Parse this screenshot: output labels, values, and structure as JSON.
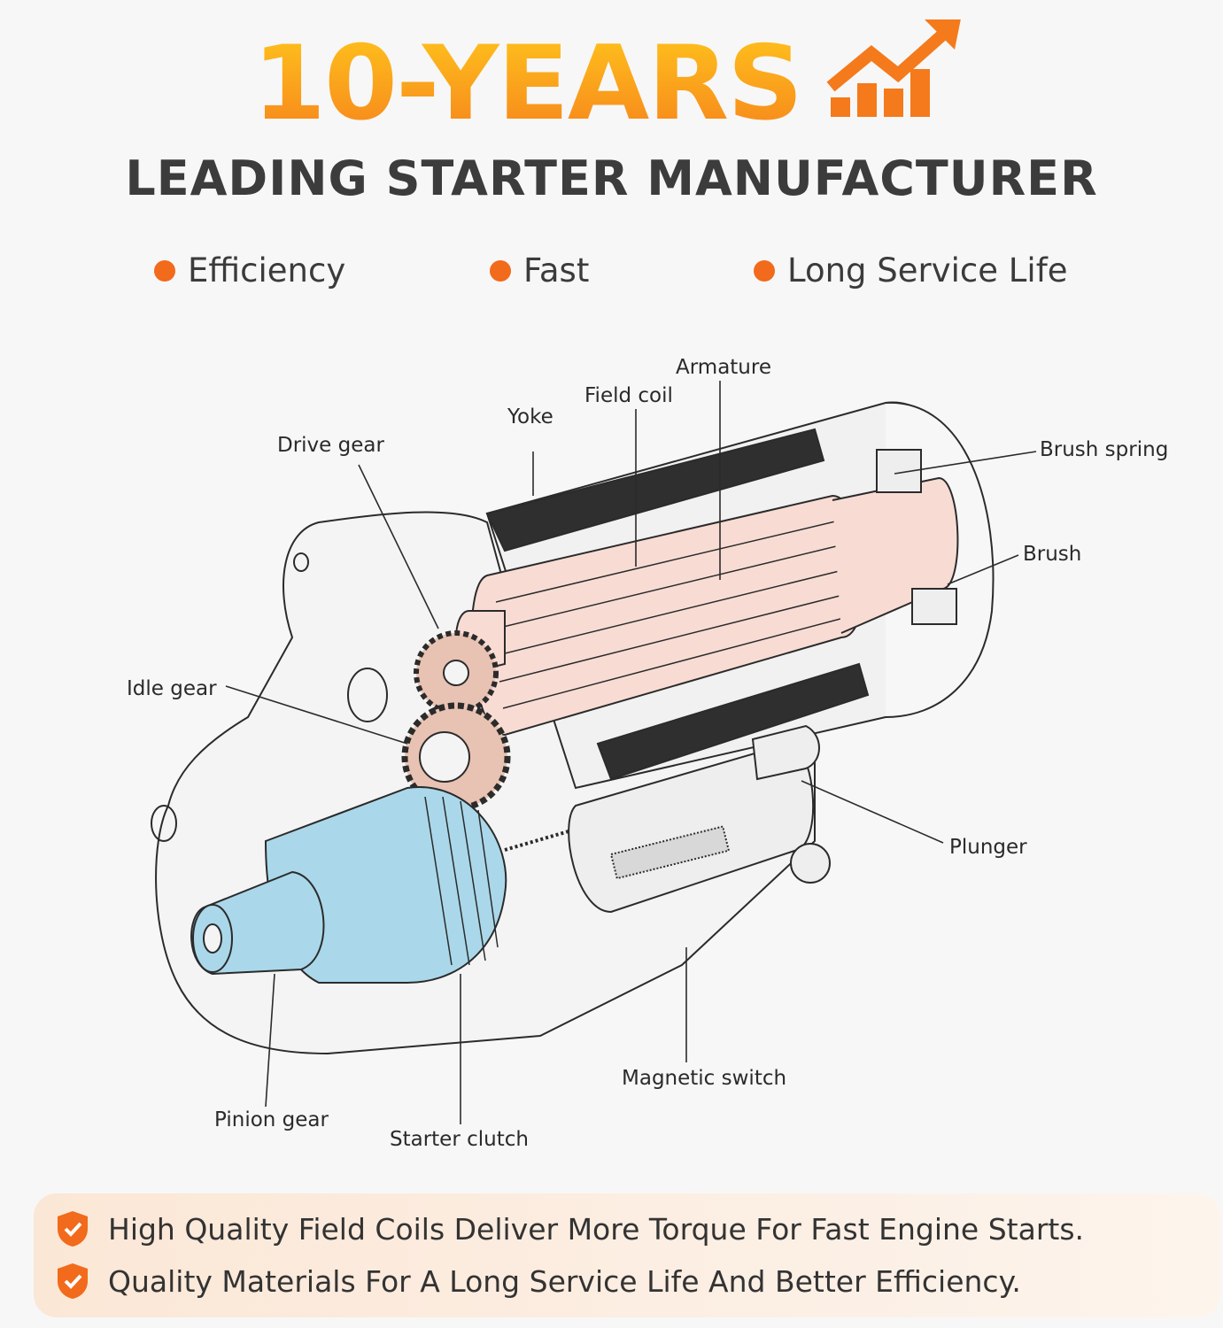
{
  "header": {
    "headline": "10-YEARS",
    "subtitle": "LEADING STARTER MANUFACTURER"
  },
  "features": [
    "Efficiency",
    "Fast",
    "Long Service Life"
  ],
  "diagram": {
    "labels": {
      "armature": "Armature",
      "field_coil": "Field coil",
      "yoke": "Yoke",
      "drive_gear": "Drive gear",
      "brush_spring": "Brush spring",
      "brush": "Brush",
      "idle_gear": "Idle gear",
      "plunger": "Plunger",
      "magnetic_switch": "Magnetic switch",
      "pinion_gear": "Pinion gear",
      "starter_clutch": "Starter clutch"
    }
  },
  "bullets": [
    "High Quality Field Coils Deliver More Torque For Fast Engine Starts.",
    "Quality Materials For A Long Service Life And Better Efficiency."
  ],
  "colors": {
    "accent": "#f26a1b",
    "headline_top": "#ffc21a",
    "headline_bottom": "#f7821d",
    "armature": "#f7d9d2",
    "clutch": "#a9d8ea",
    "gear": "#e8c0b0"
  }
}
